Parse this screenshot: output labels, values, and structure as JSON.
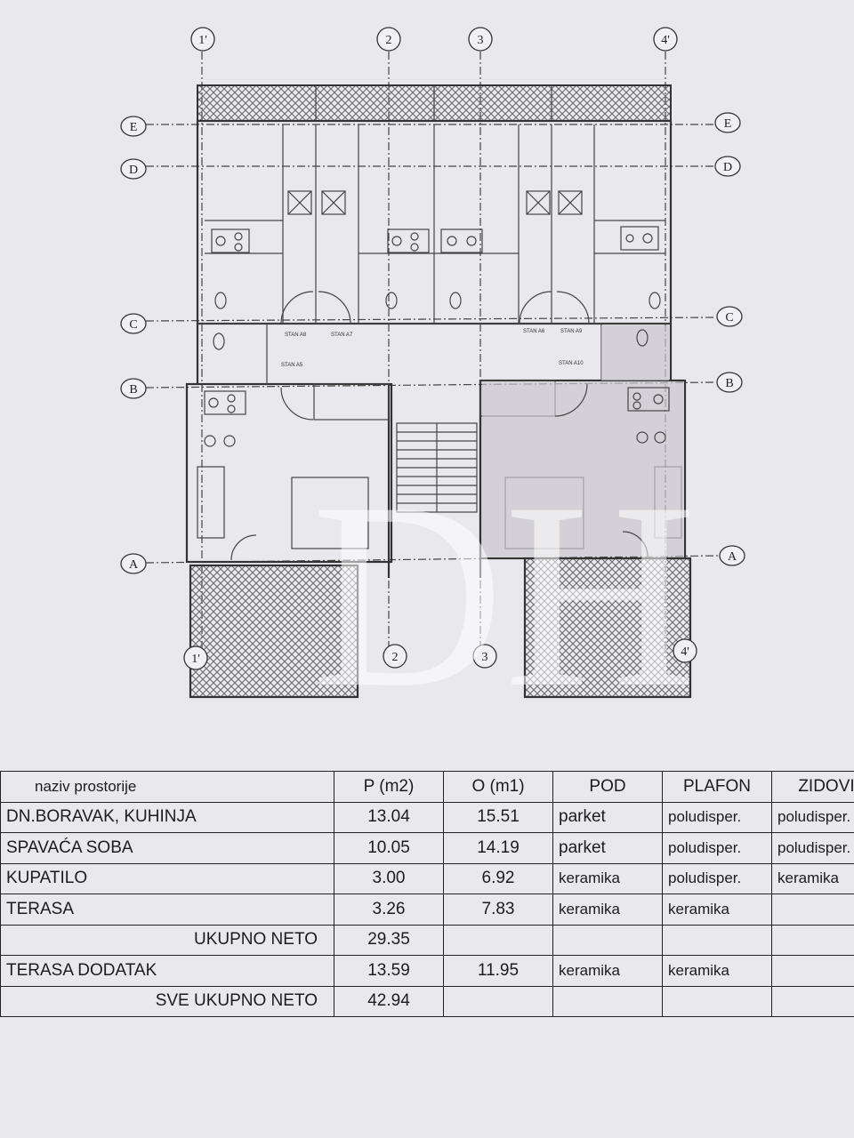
{
  "plan": {
    "axis_top": [
      "1'",
      "2",
      "3",
      "4'"
    ],
    "axis_bottom": [
      "1'",
      "2",
      "3",
      "4'"
    ],
    "axis_rows": [
      "E",
      "D",
      "C",
      "B",
      "A"
    ],
    "room_tags": [
      "STAN A8",
      "STAN A7",
      "STAN A6",
      "STAN A9",
      "STAN A5",
      "STAN A10"
    ],
    "watermark": "DH"
  },
  "table": {
    "headers": {
      "name": "naziv prostorije",
      "p": "P (m2)",
      "o": "O (m1)",
      "pod": "POD",
      "plafon": "PLAFON",
      "zidovi": "ZIDOVI"
    },
    "rows": [
      {
        "name": "DN.BORAVAK, KUHINJA",
        "p": "13.04",
        "o": "15.51",
        "pod": "parket",
        "plafon": "poludisper.",
        "zidovi": "poludisper."
      },
      {
        "name": "SPAVAĆA SOBA",
        "p": "10.05",
        "o": "14.19",
        "pod": "parket",
        "plafon": "poludisper.",
        "zidovi": "poludisper."
      },
      {
        "name": "KUPATILO",
        "p": "3.00",
        "o": "6.92",
        "pod": "keramika",
        "plafon": "poludisper.",
        "zidovi": "keramika"
      },
      {
        "name": "TERASA",
        "p": "3.26",
        "o": "7.83",
        "pod": "keramika",
        "plafon": "keramika",
        "zidovi": ""
      }
    ],
    "subtotal": {
      "name": "UKUPNO NETO",
      "p": "29.35"
    },
    "extra": {
      "name": "TERASA DODATAK",
      "p": "13.59",
      "o": "11.95",
      "pod": "keramika",
      "plafon": "keramika",
      "zidovi": ""
    },
    "total": {
      "name": "SVE UKUPNO NETO",
      "p": "42.94"
    }
  }
}
